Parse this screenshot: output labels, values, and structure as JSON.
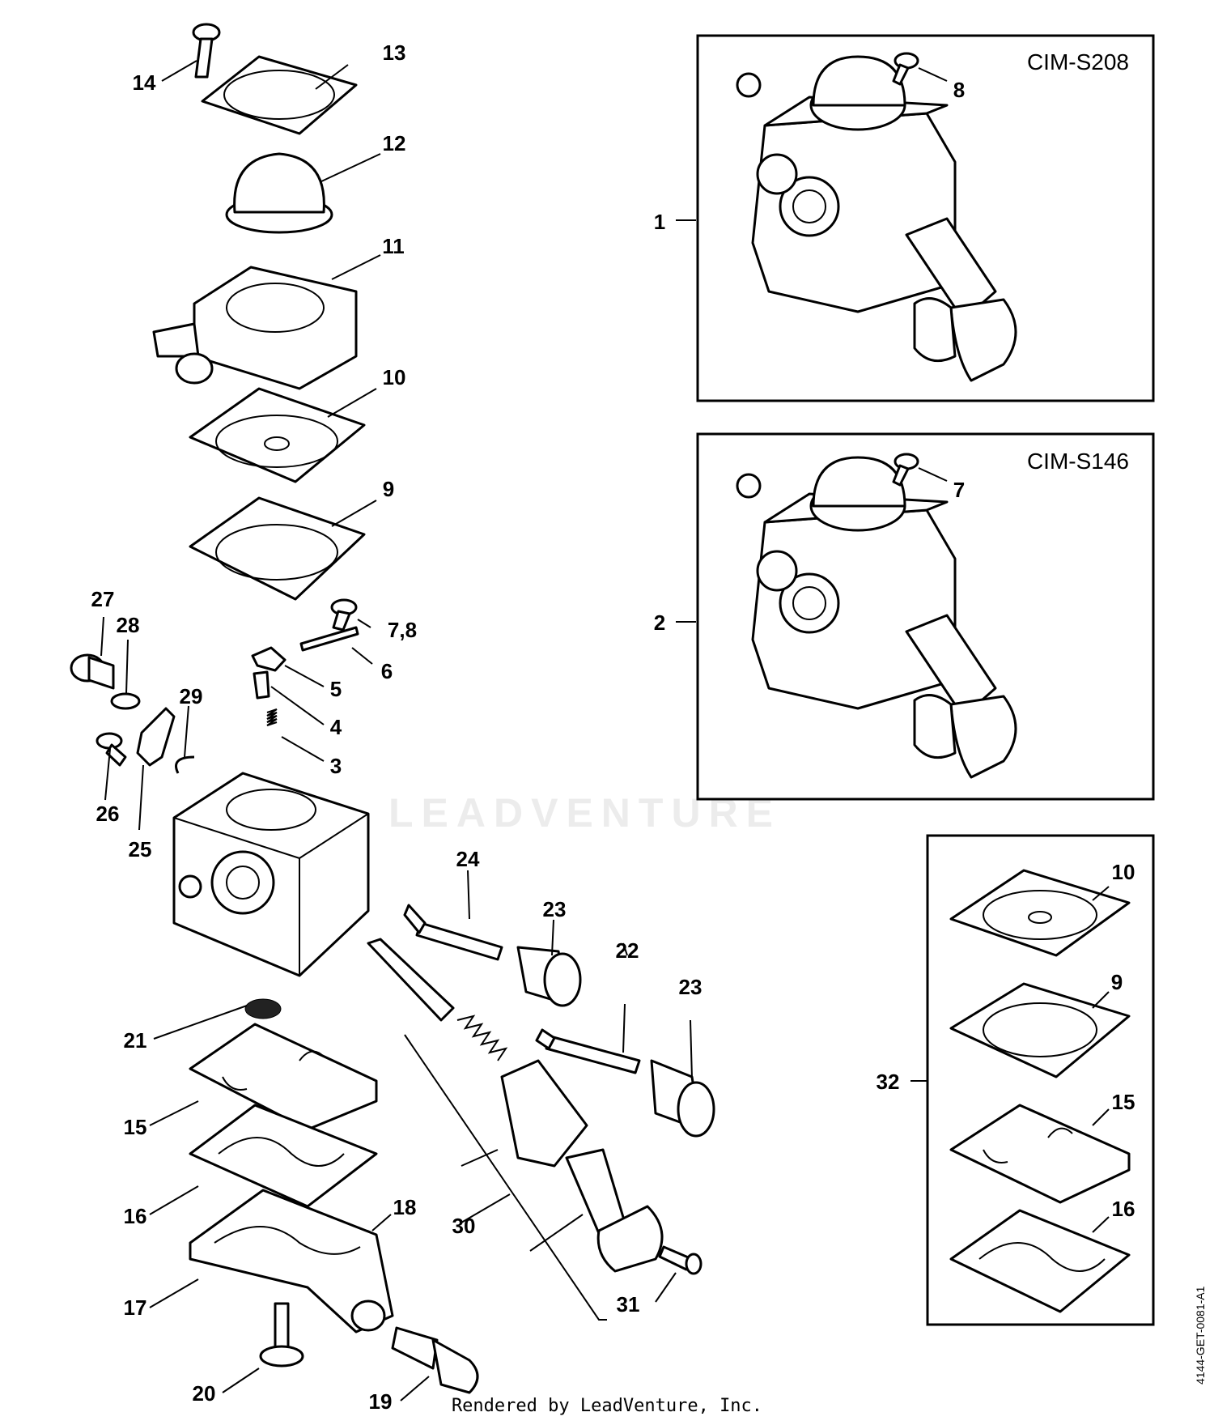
{
  "diagram": {
    "boxes": [
      {
        "id": "box-cim-s208",
        "title": "CIM-S208"
      },
      {
        "id": "box-cim-s146",
        "title": "CIM-S146"
      },
      {
        "id": "box-kit"
      }
    ],
    "callouts": [
      "1",
      "2",
      "3",
      "4",
      "5",
      "6",
      "7",
      "7,8",
      "8",
      "9",
      "10",
      "11",
      "12",
      "13",
      "14",
      "15",
      "16",
      "17",
      "18",
      "19",
      "20",
      "21",
      "22",
      "23",
      "24",
      "25",
      "26",
      "27",
      "28",
      "29",
      "30",
      "31",
      "32"
    ],
    "box_kit_callouts": [
      "10",
      "9",
      "15",
      "16"
    ],
    "watermark": "LEADVENTURE",
    "footer": "Rendered by LeadVenture, Inc.",
    "side_code": "4144-GET-0081-A1"
  }
}
